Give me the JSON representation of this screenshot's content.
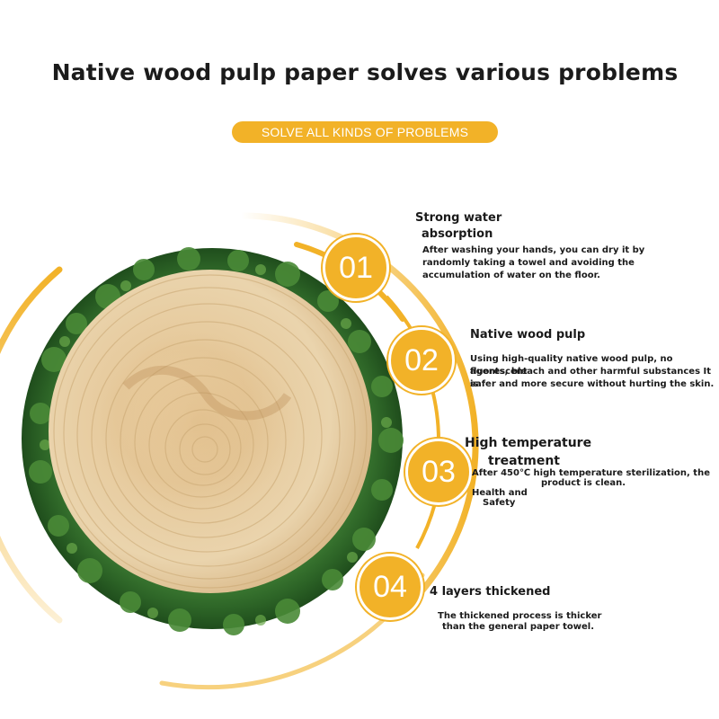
{
  "header": {
    "title": "Native wood pulp paper solves various problems",
    "pill": "SOLVE ALL KINDS OF PROBLEMS"
  },
  "features": [
    {
      "number": "01",
      "title_line1": "Strong water",
      "title_line2": "absorption",
      "desc_line1": "After washing your hands, you can dry it by",
      "desc_line2": "randomly taking a towel and avoiding the",
      "desc_line3": "accumulation of water on the floor."
    },
    {
      "number": "02",
      "title_line1": "Native wood pulp",
      "desc_line1": "Using high-quality native wood pulp, no fluorescent",
      "desc_line2": "agents, bleach and other harmful substances It is",
      "desc_line3": "safer and more secure without hurting the skin."
    },
    {
      "number": "03",
      "title_line1": "High temperature",
      "title_line2": "treatment",
      "desc_line1": "After 450℃ high temperature sterilization, the",
      "desc_line2": "product is clean.",
      "extra_line1": "Health and",
      "extra_line2": "Safety"
    },
    {
      "number": "04",
      "title_line1": "4 layers thickened",
      "desc_line1": "The thickened process is thicker",
      "desc_line2": "than the general paper towel."
    }
  ],
  "colors": {
    "accent": "#f2b228",
    "moss": "#2f6b2a",
    "wood": "#e7cfa6"
  }
}
